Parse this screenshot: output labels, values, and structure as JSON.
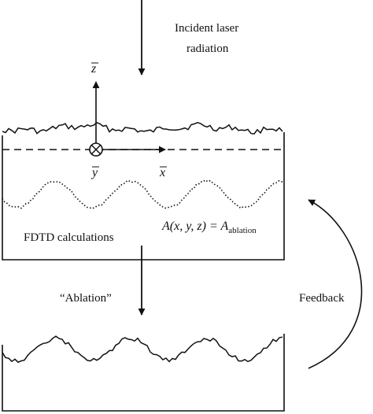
{
  "labels": {
    "incident_line1": "Incident laser",
    "incident_line2": "radiation",
    "axis_z": "z",
    "axis_y": "y",
    "axis_x": "x",
    "equation_prefix": "A(x, y, z) = A",
    "equation_subscript": "ablation",
    "fdtd": "FDTD calculations",
    "ablation": "“Ablation”",
    "feedback": "Feedback"
  },
  "colors": {
    "ink": "#111111",
    "background": "#ffffff"
  }
}
